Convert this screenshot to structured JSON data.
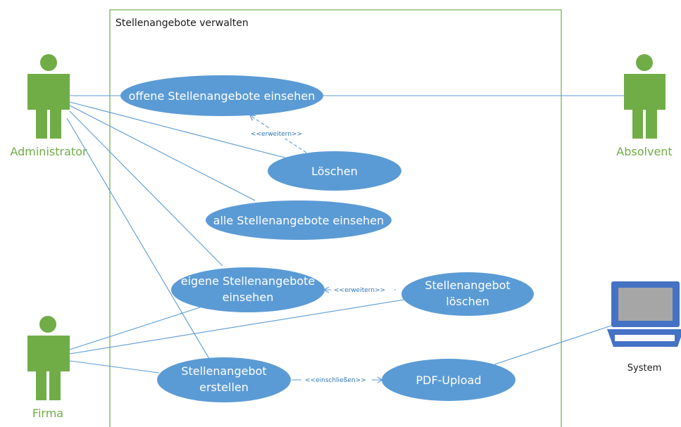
{
  "colors": {
    "use_case_fill": "#5b9bd5",
    "actor_green": "#70ad47",
    "boundary_green": "#70ad47",
    "line_blue": "#5b9bd5",
    "relation_text": "#2e75b6",
    "laptop_blue": "#4472c4",
    "laptop_screen": "#a6a6a6"
  },
  "boundary": {
    "title": "Stellenangebote verwalten"
  },
  "actors": {
    "administrator": "Administrator",
    "absolvent": "Absolvent",
    "firma": "Firma",
    "system": "System"
  },
  "use_cases": {
    "offene_einsehen": "offene Stellenangebote einsehen",
    "loeschen": "Löschen",
    "alle_einsehen": "alle Stellenangebote einsehen",
    "eigene_einsehen_1": "eigene Stellenangebote",
    "eigene_einsehen_2": "einsehen",
    "stellenangebot_loeschen_1": "Stellenangebot",
    "stellenangebot_loeschen_2": "löschen",
    "erstellen_1": "Stellenangebot",
    "erstellen_2": "erstellen",
    "pdf_upload": "PDF-Upload"
  },
  "relations": {
    "erweitern_1": "<<erweitern>>",
    "erweitern_2": "<<erweitern>>",
    "einschliessen": "<<einschließen>>"
  },
  "icons": {
    "actor": "person-icon",
    "system": "laptop-icon"
  }
}
